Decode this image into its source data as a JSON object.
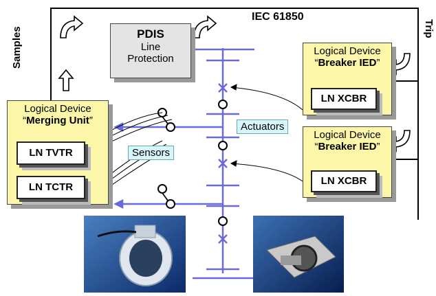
{
  "standard": "IEC 61850",
  "side_left": "Samples",
  "side_right": "Trip",
  "pdis": {
    "title": "PDIS",
    "line1": "Line",
    "line2": "Protection"
  },
  "merging_unit": {
    "line1": "Logical Device",
    "quote_open": "“",
    "name": "Merging Unit",
    "quote_close": "”",
    "ln_tvtr": "LN TVTR",
    "ln_tctr": "LN TCTR"
  },
  "breaker_ied_1": {
    "line1": "Logical Device",
    "quote_open": "“",
    "name": "Breaker IED",
    "quote_close": "”",
    "ln": "LN XCBR"
  },
  "breaker_ied_2": {
    "line1": "Logical Device",
    "quote_open": "“",
    "name": "Breaker IED",
    "quote_close": "”",
    "ln": "LN XCBR"
  },
  "tags": {
    "actuators": "Actuators",
    "sensors": "Sensors"
  },
  "colors": {
    "bus": "#6a6ad8",
    "ld_fill": "#fbf6a8",
    "tag_fill": "#d6f6fb"
  }
}
